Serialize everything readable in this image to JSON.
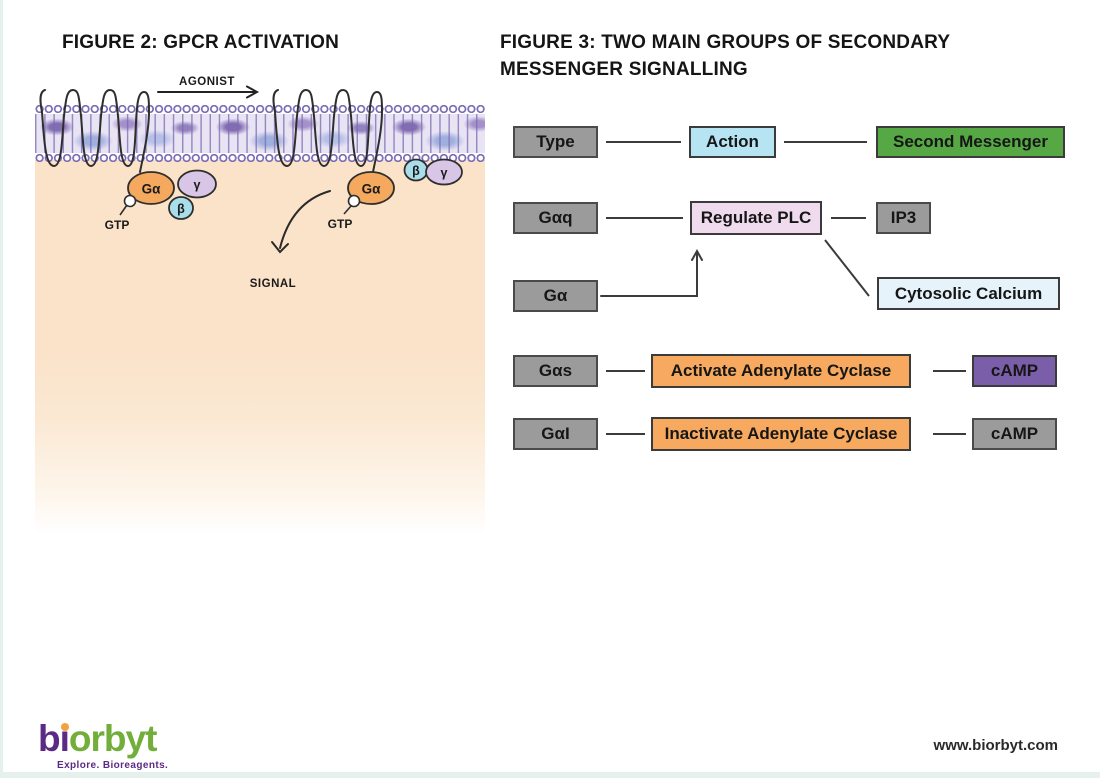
{
  "figure2": {
    "title": "FIGURE 2: GPCR ACTIVATION",
    "labels": {
      "agonist": "AGONIST",
      "signal": "SIGNAL",
      "gtp": "GTP",
      "g_alpha": "Gα",
      "beta": "β",
      "gamma": "γ"
    },
    "colors": {
      "g_alpha_fill": "#f4a95e",
      "beta_fill": "#a8dde9",
      "gamma_fill": "#d9c6e6",
      "membrane_purple": "#7a6cb4",
      "cytoplasm_peach": "#fae3c9"
    }
  },
  "figure3": {
    "title_line1": "FIGURE 3: TWO MAIN GROUPS OF SECONDARY",
    "title_line2": "MESSENGER SIGNALLING",
    "boxes": {
      "type": {
        "label": "Type",
        "color": "#9b9b9b"
      },
      "action": {
        "label": "Action",
        "color": "#b7e4f3"
      },
      "second_messenger": {
        "label": "Second Messenger",
        "color": "#56a845"
      },
      "gaq": {
        "label": "Gαq",
        "color": "#9b9b9b"
      },
      "regulate_plc": {
        "label": "Regulate PLC",
        "color": "#f0dbee"
      },
      "ip3": {
        "label": "IP3",
        "color": "#9b9b9b"
      },
      "ga": {
        "label": "Gα",
        "color": "#9b9b9b"
      },
      "cytosolic_calcium": {
        "label": "Cytosolic Calcium",
        "color": "#e7f3fb"
      },
      "gas": {
        "label": "Gαs",
        "color": "#9b9b9b"
      },
      "activate_ac": {
        "label": "Activate Adenylate Cyclase",
        "color": "#f6a95f"
      },
      "camp_purple": {
        "label": "cAMP",
        "color": "#7b5ea9"
      },
      "gai": {
        "label": "GαI",
        "color": "#9b9b9b"
      },
      "inactivate_ac": {
        "label": "Inactivate Adenylate Cyclase",
        "color": "#f6a95f"
      },
      "camp_gray": {
        "label": "cAMP",
        "color": "#9b9b9b"
      }
    }
  },
  "footer": {
    "logo_text": "biorbyt",
    "logo_b": "b",
    "logo_i": "ı",
    "logo_rest": "orbyt",
    "tagline": "Explore. Bioreagents.",
    "website": "www.biorbyt.com",
    "logo_purple": "#5b2a84",
    "logo_green": "#73ae3b",
    "logo_orange": "#f2a341"
  }
}
